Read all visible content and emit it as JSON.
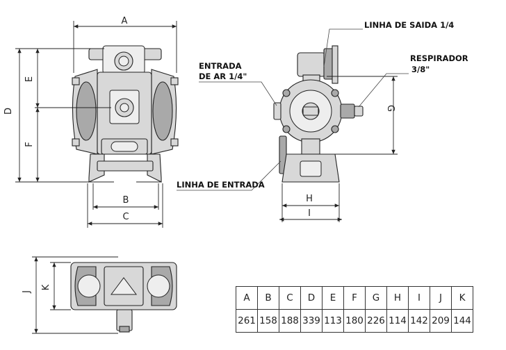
{
  "callouts": {
    "linha_saida": "LINHA DE SAIDA 1/4",
    "respirador_1": "RESPIRADOR",
    "respirador_2": "3/8\"",
    "entrada_ar_1": "ENTRADA",
    "entrada_ar_2": "DE AR 1/4\"",
    "linha_entrada": "LINHA DE ENTRADA"
  },
  "dimension_letters": {
    "a": "A",
    "b": "B",
    "c": "C",
    "d": "D",
    "e": "E",
    "f": "F",
    "g": "G",
    "h": "H",
    "i": "I",
    "j": "J",
    "k": "K"
  },
  "table": {
    "headers": [
      "A",
      "B",
      "C",
      "D",
      "E",
      "F",
      "G",
      "H",
      "I",
      "J",
      "K"
    ],
    "values": [
      "261",
      "158",
      "188",
      "339",
      "113",
      "180",
      "226",
      "114",
      "142",
      "209",
      "144"
    ]
  }
}
